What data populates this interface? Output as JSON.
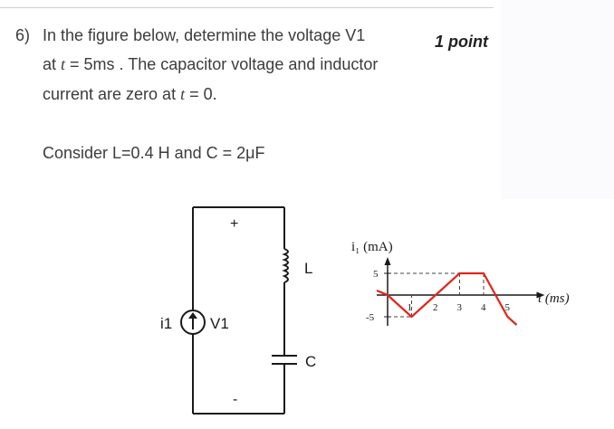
{
  "question": {
    "number": "6)",
    "line1": "In the figure below, determine the voltage V1",
    "line2_prefix": "at ",
    "line2_var": "t",
    "line2_suffix": " = 5ms . The capacitor voltage and inductor",
    "line3_prefix": "current are zero at ",
    "line3_var": "t",
    "line3_suffix": " = 0.",
    "points": "1 point",
    "consider": "Consider L=0.4 H and C = 2μF"
  },
  "circuit": {
    "source_label": "i1",
    "voltage_label": "V1",
    "plus_sign": "+",
    "minus_sign": "-",
    "inductor_label": "L",
    "capacitor_label": "C"
  },
  "colors": {
    "waveform": "#e0261c",
    "dashed": "#444444",
    "wire": "#1a1a1a"
  },
  "chart_data": {
    "type": "line",
    "ylabel": "i₁ (mA)",
    "xlabel": "t (ms)",
    "x_ticks": [
      "1",
      "2",
      "3",
      "4",
      "5"
    ],
    "y_ticks": [
      "5",
      "-5"
    ],
    "x": [
      0,
      1,
      3,
      4,
      5
    ],
    "y": [
      0,
      -5,
      5,
      5,
      -5
    ],
    "xlim": [
      0,
      5
    ],
    "ylim": [
      -5,
      5
    ]
  }
}
